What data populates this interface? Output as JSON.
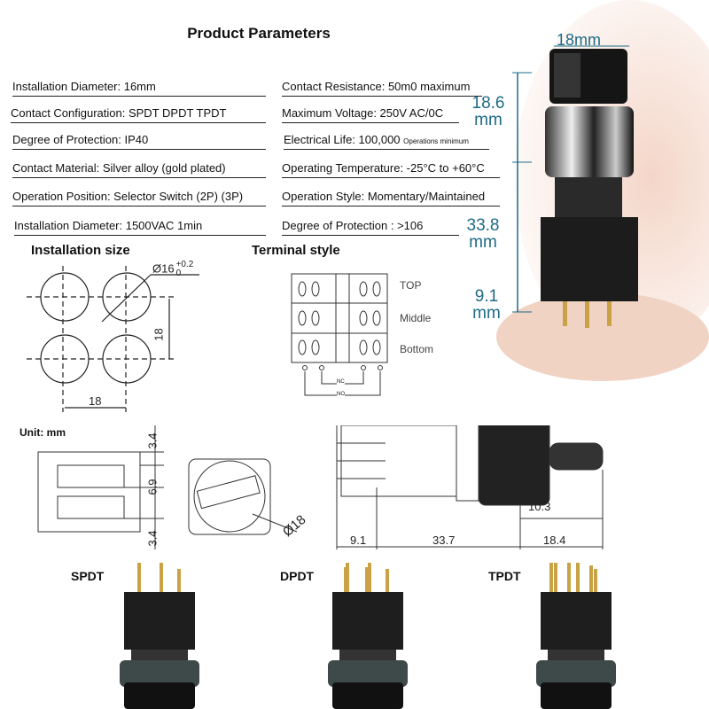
{
  "title": "Product Parameters",
  "params_left": [
    "Installation Diameter: 16mm",
    "Contact Configuration:   SPDT DPDT TPDT",
    "Degree of Protection: IP40",
    "Contact Material: Silver alloy (gold plated)",
    "Operation Position: Selector Switch (2P) (3P)",
    "Installation Diameter: 1500VAC 1min"
  ],
  "params_right": [
    "Contact Resistance: 50m0 maximum",
    "Maximum Voltage: 250V AC/0C",
    "Electrical Life: 100,000",
    "Operating Temperature: -25°C to +60°C",
    "Operation Style: Momentary/Maintained",
    "Degree of Protection : >106"
  ],
  "electrical_life_suffix": "Operations minimum",
  "photo_dims": {
    "top": "18mm",
    "d1": "18.6",
    "d2": "33.8",
    "d3": "9.1",
    "unit": "mm"
  },
  "installation": {
    "heading": "Installation size",
    "diameter": "Ø16",
    "tol_upper": "+0.2",
    "tol_lower": "0",
    "spacing_v": "18",
    "spacing_h": "18"
  },
  "terminal": {
    "heading": "Terminal style",
    "rows": [
      "TOP",
      "Middle",
      "Bottom"
    ],
    "nc": "NC",
    "no": "NO"
  },
  "drawing": {
    "unit": "Unit: mm",
    "side_dims": [
      "3.4",
      "6.9",
      "3.4"
    ],
    "knob_dia": "Ø18",
    "length_dims": {
      "shaft": "10.3",
      "a": "9.1",
      "b": "33.7",
      "c": "18.4"
    }
  },
  "variants": [
    "SPDT",
    "DPDT",
    "TPDT"
  ]
}
